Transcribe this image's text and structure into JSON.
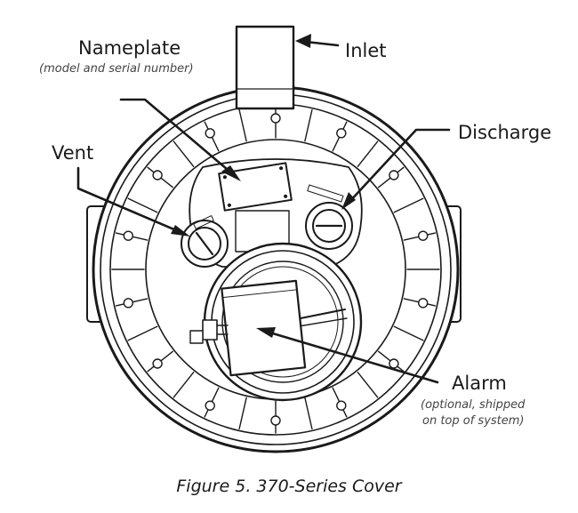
{
  "labels": {
    "nameplate": {
      "title": "Nameplate",
      "note": "(model and serial number)"
    },
    "inlet": {
      "title": "Inlet"
    },
    "discharge": {
      "title": "Discharge"
    },
    "vent": {
      "title": "Vent"
    },
    "alarm": {
      "title": "Alarm",
      "note_line1": "(optional, shipped",
      "note_line2": "on top of system)"
    }
  },
  "caption": "Figure 5. 370-Series Cover",
  "colors": {
    "line": "#1a1a1a",
    "background": "#ffffff"
  }
}
